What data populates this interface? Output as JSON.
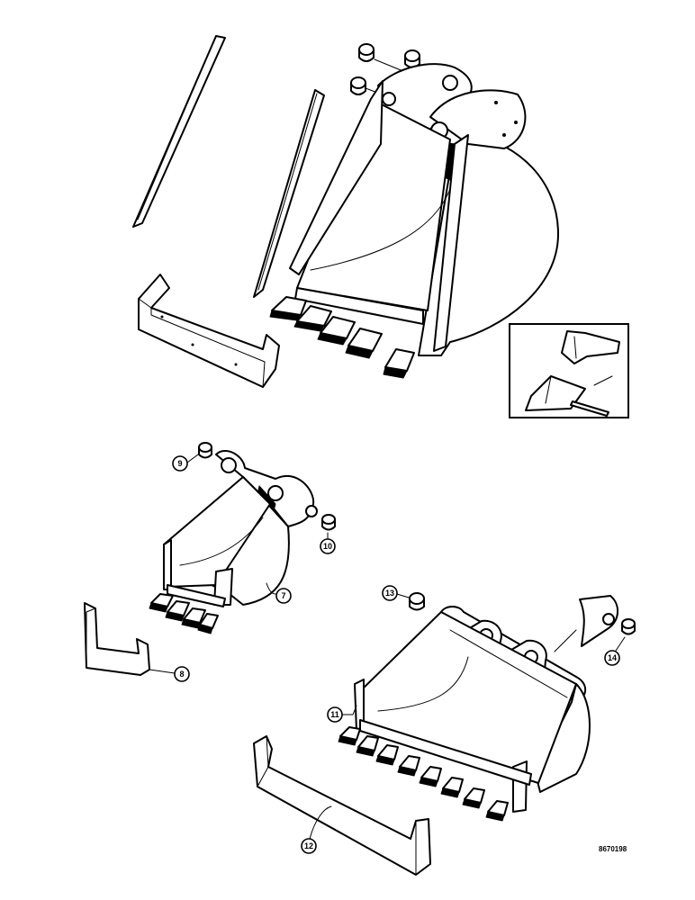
{
  "callouts": {
    "c7": "7",
    "c8": "8",
    "c9": "9",
    "c10": "10",
    "c11": "11",
    "c12": "12",
    "c13": "13",
    "c14": "14"
  },
  "drawing_code": "8670198"
}
